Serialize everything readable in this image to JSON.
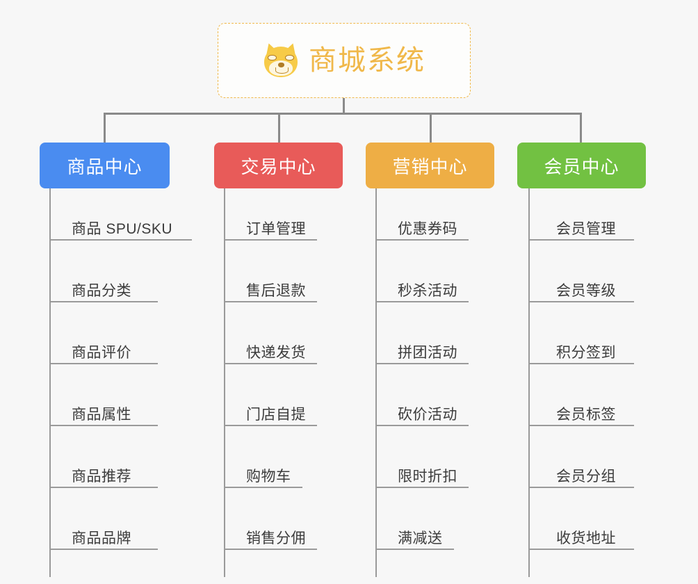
{
  "diagram": {
    "type": "mindmap",
    "background_color": "#f7f7f7",
    "root": {
      "title": "商城系统",
      "emoji_name": "shiba-dog-face",
      "border_color": "#f0b84a",
      "text_color": "#f0b84a"
    },
    "branches": [
      {
        "label": "商品中心",
        "color": "#4a8cf0",
        "items": [
          "商品 SPU/SKU",
          "商品分类",
          "商品评价",
          "商品属性",
          "商品推荐",
          "商品品牌"
        ]
      },
      {
        "label": "交易中心",
        "color": "#e85b59",
        "items": [
          "订单管理",
          "售后退款",
          "快递发货",
          "门店自提",
          "购物车",
          "销售分佣"
        ]
      },
      {
        "label": "营销中心",
        "color": "#eeae45",
        "items": [
          "优惠券码",
          "秒杀活动",
          "拼团活动",
          "砍价活动",
          "限时折扣",
          "满减送"
        ]
      },
      {
        "label": "会员中心",
        "color": "#72c142",
        "items": [
          "会员管理",
          "会员等级",
          "积分签到",
          "会员标签",
          "会员分组",
          "收货地址"
        ]
      }
    ]
  }
}
